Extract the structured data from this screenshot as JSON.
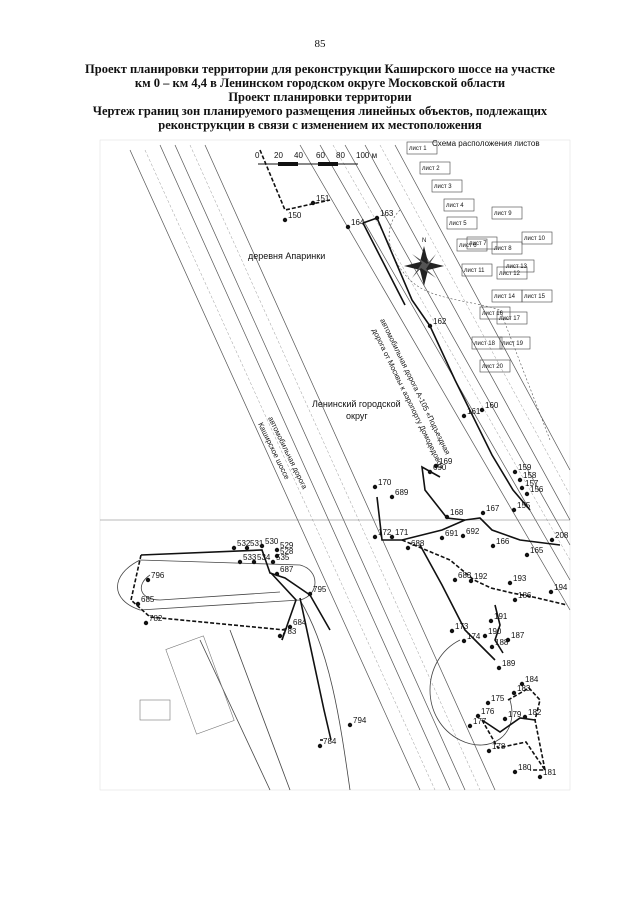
{
  "page_number": "85",
  "title": {
    "line1": "Проект планировки территории для реконструкции Каширского шоссе на участке",
    "line2": "км 0 – км 4,4 в Ленинском городском округе Московской области",
    "line3": "Проект планировки территории",
    "line4": "Чертеж границ зон планируемого размещения линейных объектов, подлежащих",
    "line5": "реконструкции в связи с изменением их местоположения"
  },
  "scale_bar": {
    "ticks": [
      "0",
      "20",
      "40",
      "60",
      "80",
      "100 м"
    ]
  },
  "sheet_scheme": {
    "title": "Схема расположения листов",
    "sheets": [
      "лист 1",
      "лист 2",
      "лист 3",
      "лист 4",
      "лист 5",
      "лист 6",
      "лист 7",
      "лист 8",
      "лист 9",
      "лист 10",
      "лист 11",
      "лист 12",
      "лист 13",
      "лист 14",
      "лист 15",
      "лист 16",
      "лист 17",
      "лист 18",
      "лист 19",
      "лист 20"
    ]
  },
  "compass": {
    "north_label": "N"
  },
  "places": {
    "village": "деревня Апаринки",
    "district_line1": "Ленинский городской",
    "district_line2": "округ"
  },
  "roads": {
    "a105": "автомобильная дорога А-105 «Подъездная",
    "a105b": "дорога от Москвы к аэропорту Домодедово»",
    "kashirskoe1": "автомобильная дорога",
    "kashirskoe2": "Каширское шоссе"
  },
  "points": [
    "150",
    "151",
    "163",
    "164",
    "162",
    "160",
    "161",
    "159",
    "158",
    "157",
    "156",
    "155",
    "169",
    "690",
    "170",
    "689",
    "168",
    "167",
    "691",
    "692",
    "172",
    "171",
    "688",
    "208",
    "166",
    "165",
    "530",
    "529",
    "528",
    "532",
    "531",
    "533",
    "534",
    "535",
    "687",
    "796",
    "795",
    "685",
    "684",
    "782",
    "783",
    "683",
    "192",
    "193",
    "194",
    "186",
    "191",
    "173",
    "174",
    "190",
    "187",
    "188",
    "189",
    "184",
    "183",
    "175",
    "176",
    "177",
    "179",
    "182",
    "178",
    "180",
    "181",
    "794",
    "784"
  ]
}
